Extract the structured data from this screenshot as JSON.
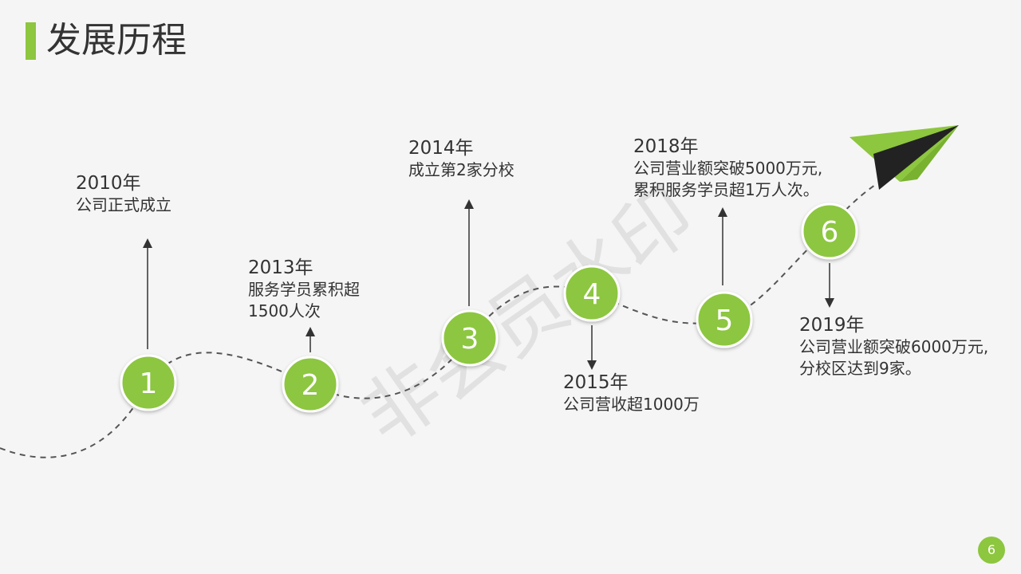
{
  "title": "发展历程",
  "watermark": "非会员水印",
  "page_number": "6",
  "colors": {
    "accent": "#8dc63f",
    "accent_stroke": "#ffffff",
    "text": "#333333",
    "plane_dark": "#222222"
  },
  "milestones": [
    {
      "number": "1",
      "year": "2010年",
      "lines": [
        "公司正式成立"
      ]
    },
    {
      "number": "2",
      "year": "2013年",
      "lines": [
        "服务学员累积超",
        "1500人次"
      ]
    },
    {
      "number": "3",
      "year": "2014年",
      "lines": [
        "成立第2家分校"
      ]
    },
    {
      "number": "4",
      "year": "2015年",
      "lines": [
        "公司营收超1000万"
      ]
    },
    {
      "number": "5",
      "year": "2018年",
      "lines": [
        "公司营业额突破5000万元,",
        "累积服务学员超1万人次。"
      ]
    },
    {
      "number": "6",
      "year": "2019年",
      "lines": [
        "公司营业额突破6000万元,",
        "分校区达到9家。"
      ]
    }
  ]
}
